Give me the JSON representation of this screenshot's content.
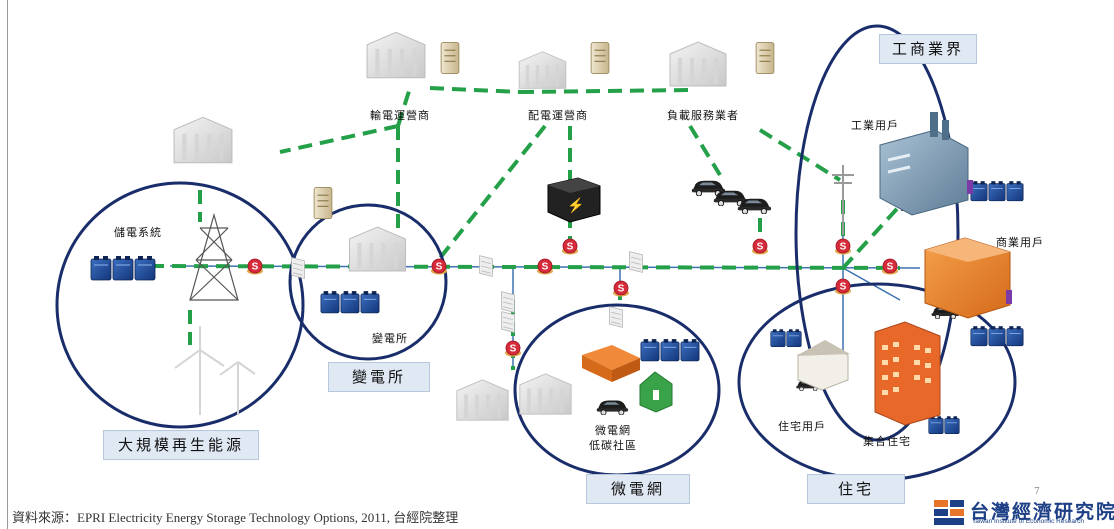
{
  "labels": {
    "transmission_operator": "輸電運營商",
    "distribution_operator": "配電運營商",
    "load_service_provider": "負載服務業者",
    "storage_system": "儲電系統",
    "substation_small": "變電所",
    "industrial_user": "工業用戶",
    "commercial_user": "商業用戶",
    "microgrid_community": "微電網",
    "low_carbon_community": "低碳社區",
    "residential_user": "住宅用戶",
    "apartment_housing": "集合住宅"
  },
  "region_tags": {
    "industry_commerce": "工商業界",
    "substation": "變電所",
    "renewable": "大規模再生能源",
    "microgrid": "微電網",
    "residential": "住宅"
  },
  "sensor_glyph": "S",
  "footer": {
    "source": "資料來源：EPRI Electricity Energy Storage Technology Options, 2011, 台經院整理",
    "page_number": "7"
  },
  "logo": {
    "name_cn": "台灣經濟研究院",
    "name_en": "Taiwan Institute of Economic Research"
  },
  "colors": {
    "comm_link": "#24a049",
    "power_line": "#3d72b0",
    "region_outline": "#1a2d6b",
    "sensor": "#d62b3a",
    "tag_bg": "#dfe8f3"
  }
}
